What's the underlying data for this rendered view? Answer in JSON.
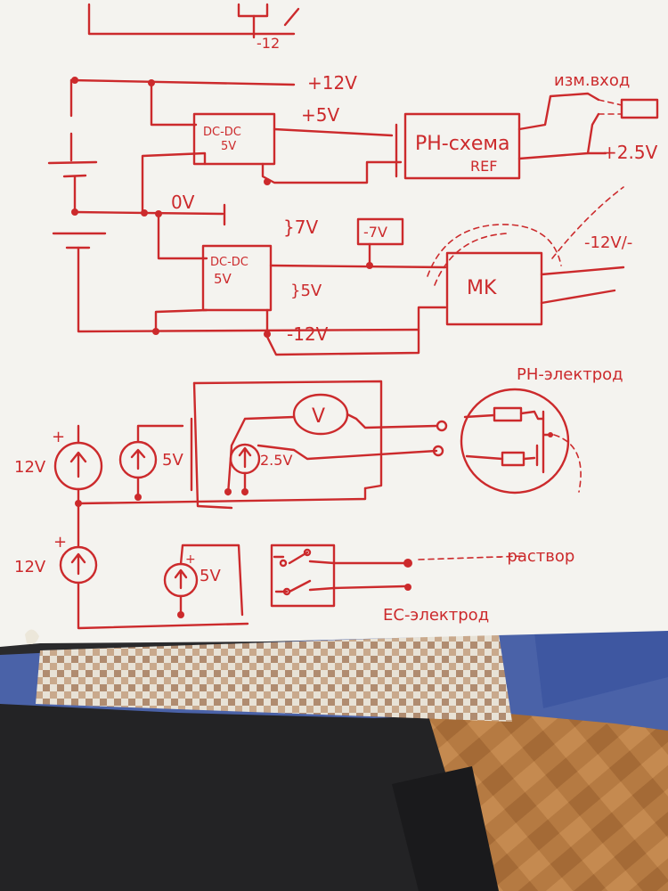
{
  "labels": {
    "top_minus12": "-12",
    "plus12v": "+12V",
    "plus5v": "+5V",
    "dcdc_top": "DC-DC",
    "dcdc_top_5v": "5V",
    "ph_scheme": "PH-схема",
    "ref": "REF",
    "izm_vhod": "изм.вход",
    "plus2_5v": "+2.5V",
    "zero_v": "0V",
    "brace_7v": "}7V",
    "minus7v": "-7V",
    "minus12v_right": "-12V/-",
    "dcdc_bottom": "DC-DC",
    "dcdc_bottom_5v": "5V",
    "brace_5v": "}5V",
    "mk": "MK",
    "minus12v_bottom": "-12V",
    "ph_electrode": "PH-электрод",
    "v_meter": "V",
    "src_5v_mid": "5V",
    "src_2_5v": "2.5V",
    "src_12v_a": "12V",
    "plus_a": "+",
    "src_12v_b": "12V",
    "plus_b": "+",
    "src_5v_bottom": "5V",
    "plus_c": "+",
    "rastvor": "- - раствор",
    "ec_electrode": "EC-электрод"
  },
  "colors": {
    "ink": "#cc2a2c",
    "paper": "#f4f3ef",
    "tablecloth_blue": "#4a62a8",
    "check_brown": "#b08c70",
    "floor": "#b07840",
    "dark": "#232325"
  }
}
